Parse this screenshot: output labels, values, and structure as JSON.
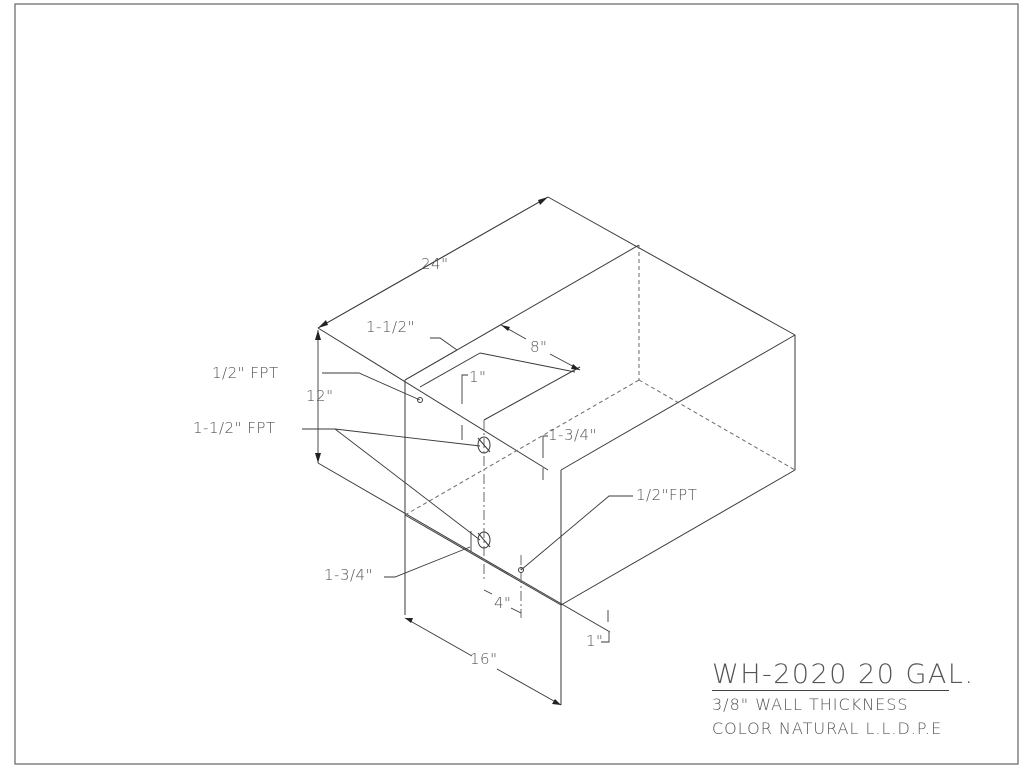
{
  "drawing": {
    "part_number": "WH-2020",
    "title_line": "WH-2020 20 GAL.",
    "notes": [
      "3/8\" WALL THICKNESS",
      "COLOR NATURAL L.L.D.P.E"
    ],
    "line_color": "#3a3a3a",
    "text_color": "#555555",
    "background": "#ffffff"
  },
  "dimensions": {
    "length": "24\"",
    "height": "12\"",
    "width": "16\"",
    "step_offset": "1-1/2\"",
    "step_depth": "8\"",
    "upper_fitting_drop": "1\"",
    "right_fitting_drop": "1-3/4\"",
    "lower_fitting_rise": "1-3/4\"",
    "fitting_spacing": "4\"",
    "bottom_fitting_rise": "1\""
  },
  "callouts": {
    "top_fitting": "1/2\" FPT",
    "large_fittings": "1-1/2\" FPT",
    "side_fitting": "1/2\"FPT"
  }
}
